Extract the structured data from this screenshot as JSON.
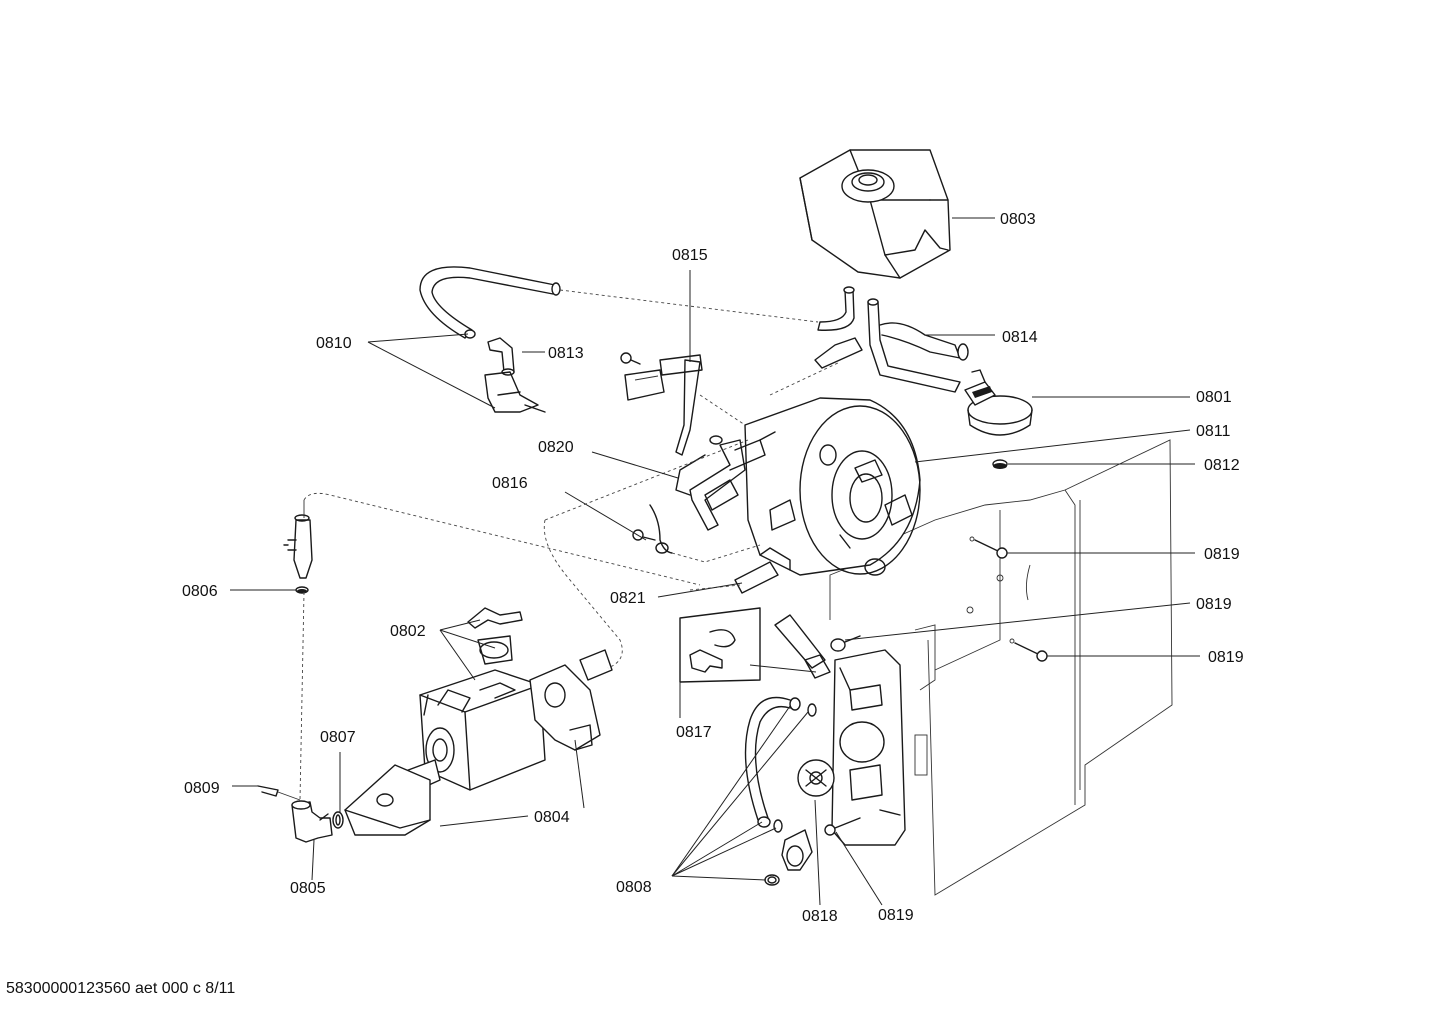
{
  "diagram": {
    "callouts": {
      "c0801": "0801",
      "c0802": "0802",
      "c0803": "0803",
      "c0804": "0804",
      "c0805": "0805",
      "c0806": "0806",
      "c0807": "0807",
      "c0808": "0808",
      "c0809": "0809",
      "c0810": "0810",
      "c0811": "0811",
      "c0812": "0812",
      "c0813": "0813",
      "c0814": "0814",
      "c0815": "0815",
      "c0816": "0816",
      "c0817": "0817",
      "c0818": "0818",
      "c0819a": "0819",
      "c0819b": "0819",
      "c0819c": "0819",
      "c0819d": "0819",
      "c0820": "0820",
      "c0821": "0821"
    },
    "footer_code": "58300000123560 aet 000 c 8/11"
  }
}
